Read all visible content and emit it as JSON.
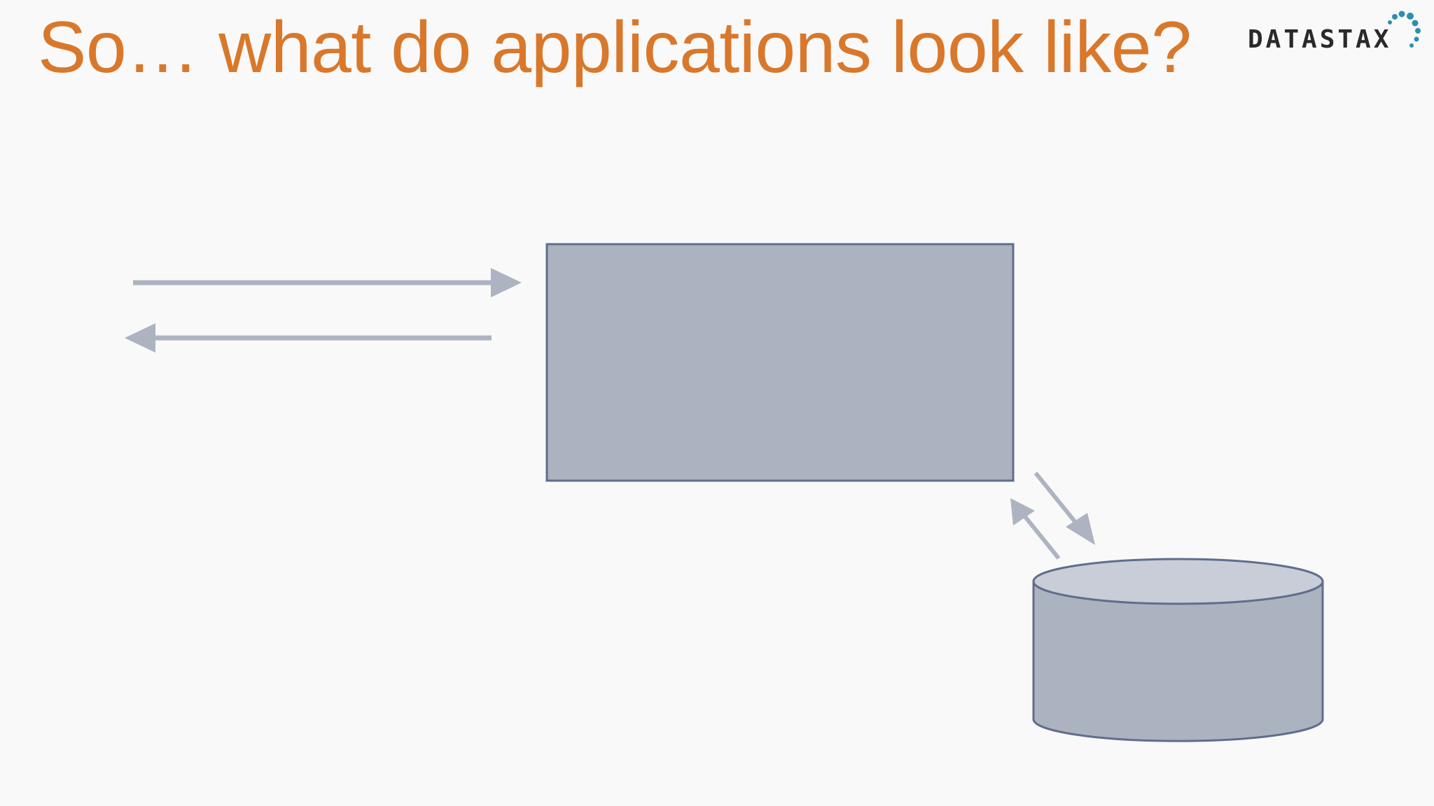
{
  "slide": {
    "title": "So… what do applications look like?"
  },
  "logo": {
    "text": "DATASTAX",
    "icon": "datastax-dots-logo"
  },
  "colors": {
    "background": "#f9f9fa",
    "title": "#d9782a",
    "arrow": "#adb3c1",
    "box_fill": "#acb3c0",
    "box_stroke": "#5f6e8c",
    "cylinder_top": "#c8cdd7",
    "logo_dot": "#2b8fb0"
  },
  "diagram": {
    "nodes": [
      {
        "id": "application-box",
        "shape": "rectangle",
        "label": ""
      },
      {
        "id": "database-cylinder",
        "shape": "cylinder",
        "label": ""
      }
    ],
    "edges": [
      {
        "id": "request-arrow",
        "from": "client",
        "to": "application-box",
        "label": ""
      },
      {
        "id": "response-arrow",
        "from": "application-box",
        "to": "client",
        "label": ""
      },
      {
        "id": "write-arrow",
        "from": "application-box",
        "to": "database-cylinder",
        "label": ""
      },
      {
        "id": "read-arrow",
        "from": "database-cylinder",
        "to": "application-box",
        "label": ""
      }
    ]
  }
}
